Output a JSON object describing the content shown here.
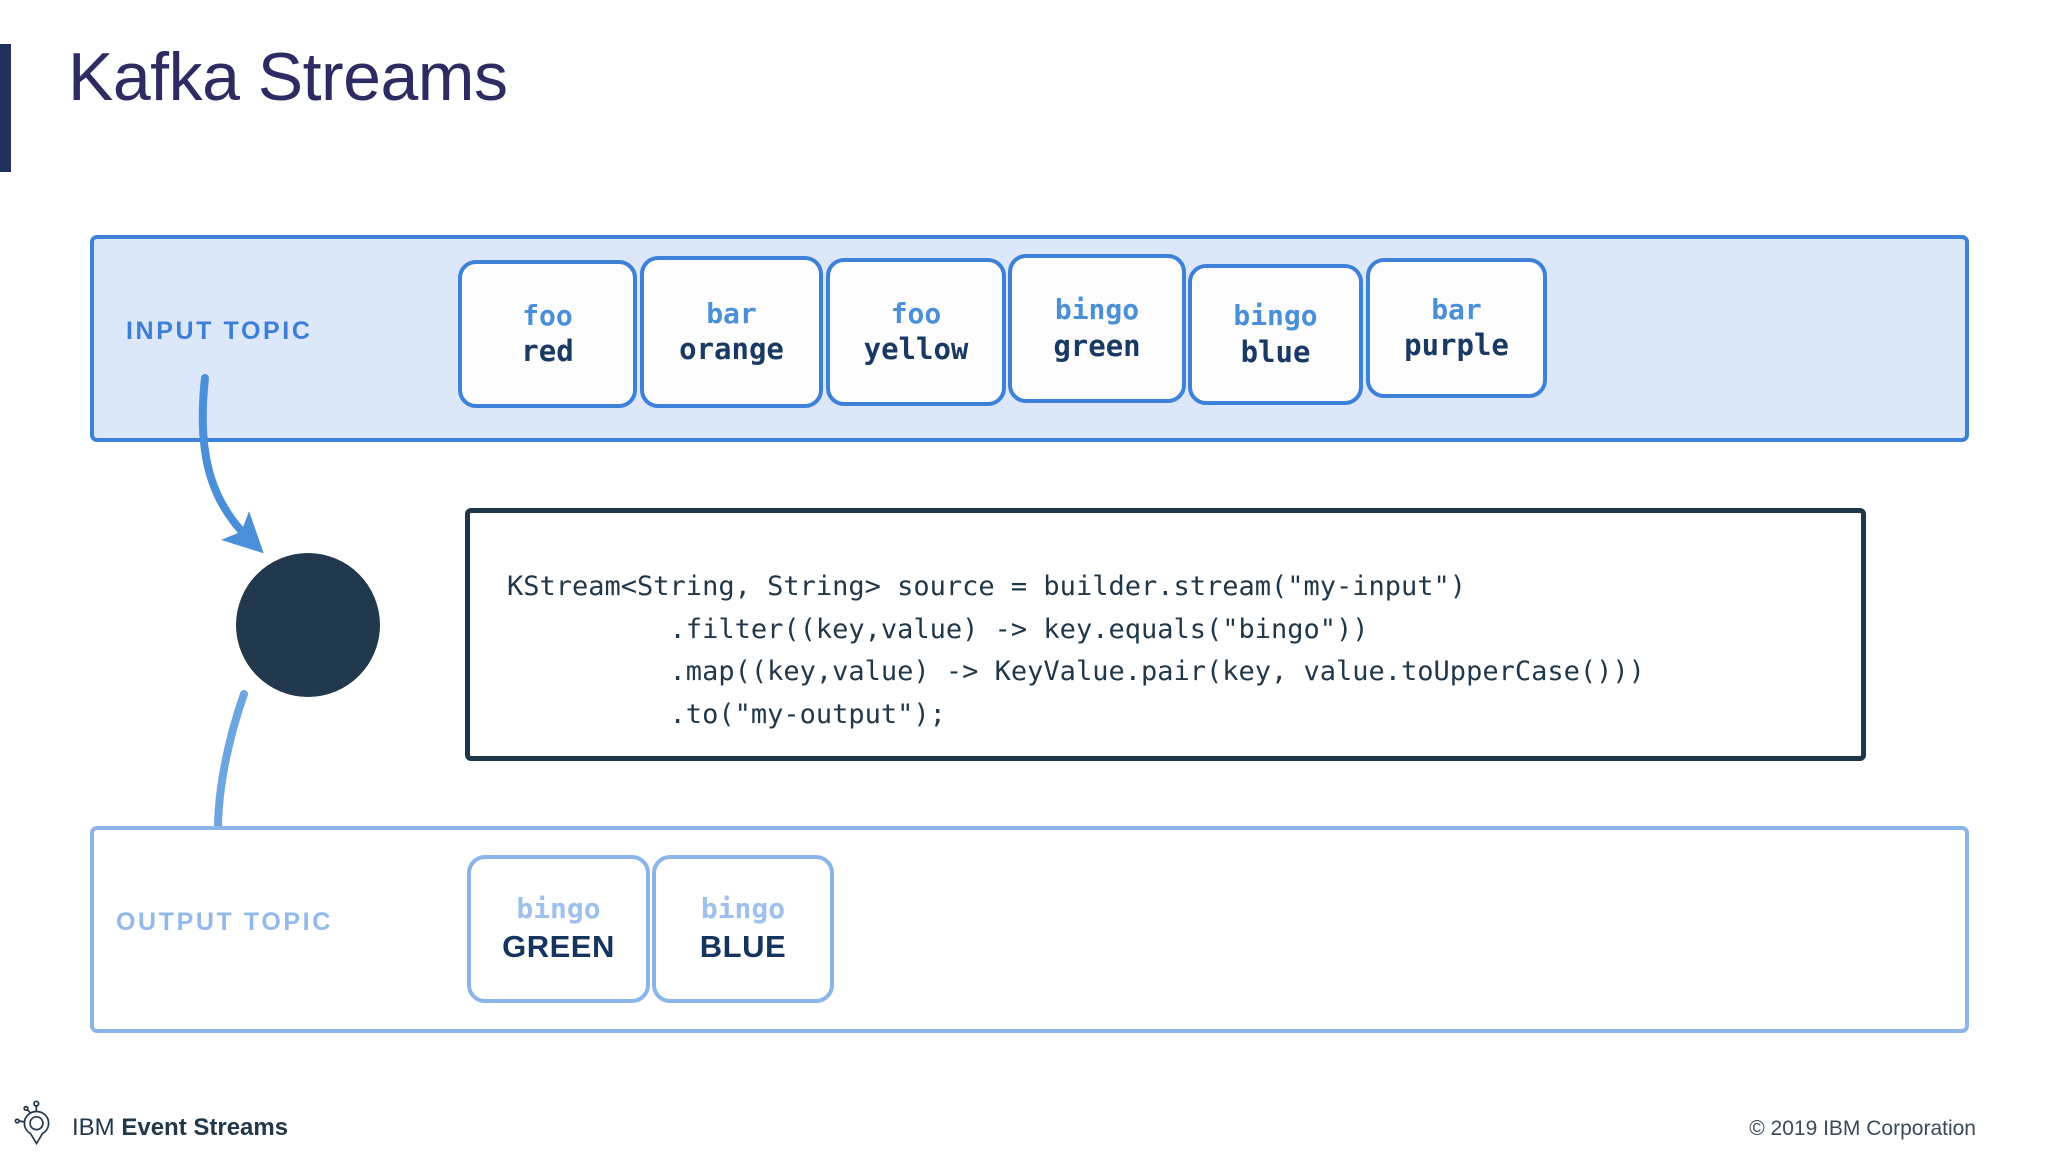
{
  "slide": {
    "title": "Kafka Streams",
    "accent_bar_color": "#22305c",
    "title_color": "#2e2a62"
  },
  "input_topic": {
    "label": "INPUT TOPIC",
    "background": "#dde7fa",
    "border_color": "#3d82d8",
    "messages": [
      {
        "key": "foo",
        "value": "red"
      },
      {
        "key": "bar",
        "value": "orange"
      },
      {
        "key": "foo",
        "value": "yellow"
      },
      {
        "key": "bingo",
        "value": "green"
      },
      {
        "key": "bingo",
        "value": "blue"
      },
      {
        "key": "bar",
        "value": "purple"
      }
    ]
  },
  "processor": {
    "shape": "circle",
    "color": "#22384c"
  },
  "arrows": [
    {
      "name": "input-to-processor",
      "color": "#4a8fd8"
    },
    {
      "name": "processor-to-output",
      "color": "#6da5e0"
    }
  ],
  "code_block": {
    "border_color": "#1e3648",
    "language": "java",
    "lines": [
      "KStream<String, String> source = builder.stream(\"my-input\")",
      "          .filter((key,value) -> key.equals(\"bingo\"))",
      "          .map((key,value) -> KeyValue.pair(key, value.toUpperCase()))",
      "          .to(\"my-output\");"
    ]
  },
  "output_topic": {
    "label": "OUTPUT TOPIC",
    "background": "#ffffff",
    "border_color": "#8bb4e8",
    "messages": [
      {
        "key": "bingo",
        "value": "GREEN"
      },
      {
        "key": "bingo",
        "value": "BLUE"
      }
    ]
  },
  "footer": {
    "logo_name": "ibm-event-streams-logo",
    "brand_prefix": "IBM",
    "brand_product": "Event Streams",
    "copyright": "© 2019 IBM Corporation"
  }
}
